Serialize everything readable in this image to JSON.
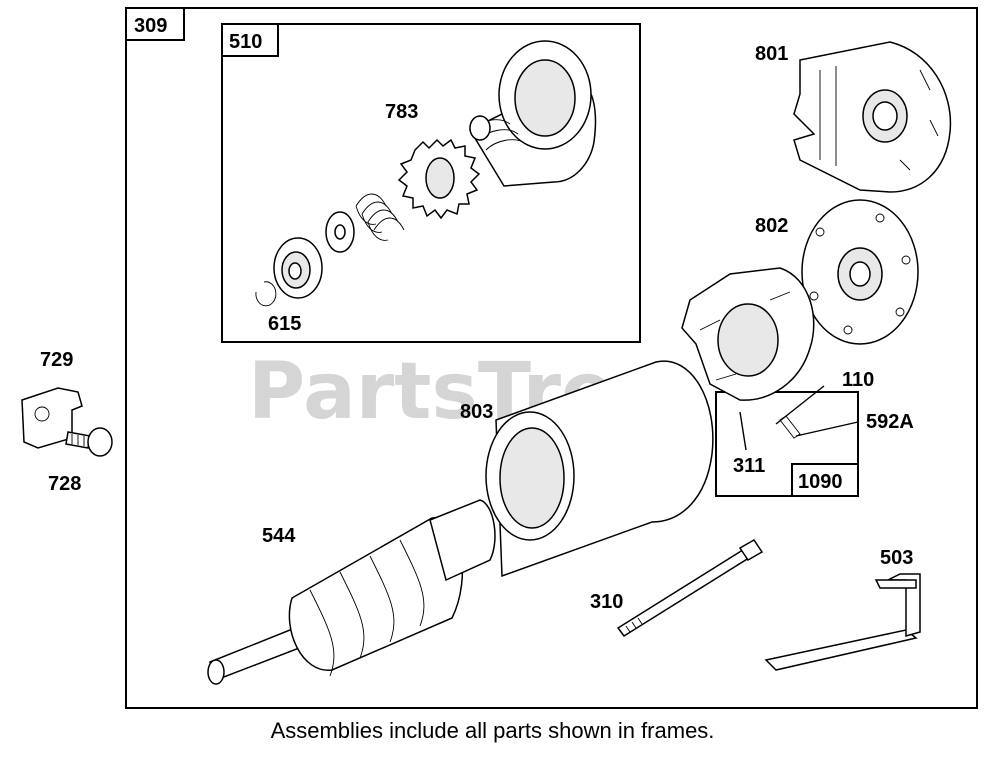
{
  "assembly_labels": {
    "main": "309",
    "drive": "510",
    "brush": "1090"
  },
  "part_numbers": {
    "p783": "783",
    "p615": "615",
    "p801": "801",
    "p802": "802",
    "p110": "110",
    "p592A": "592A",
    "p311": "311",
    "p803": "803",
    "p729": "729",
    "p728": "728",
    "p544": "544",
    "p310": "310",
    "p503": "503"
  },
  "watermark": "PartsTree",
  "caption": "Assemblies include all parts shown in frames."
}
